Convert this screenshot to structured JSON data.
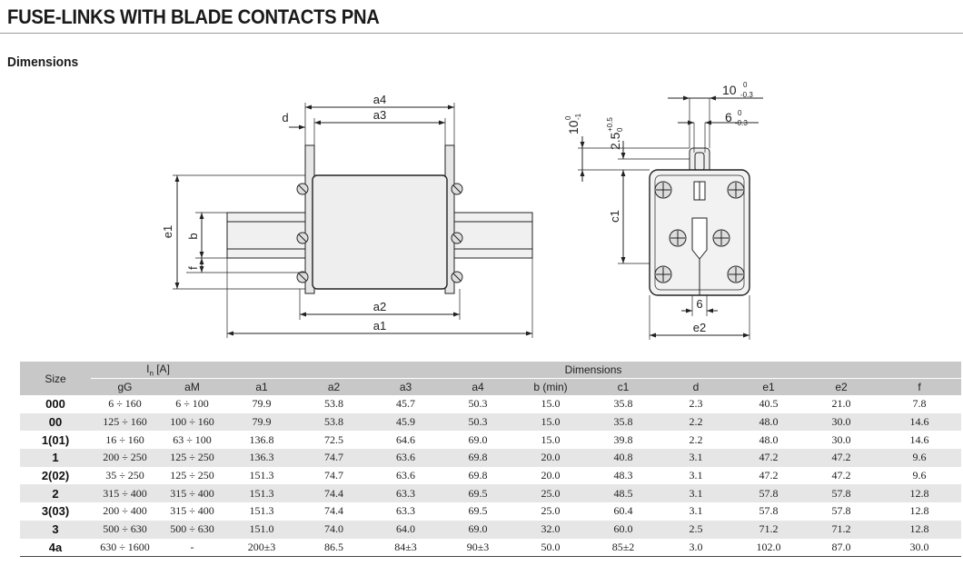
{
  "title": "FUSE-LINKS WITH BLADE CONTACTS PNA",
  "subtitle": "Dimensions",
  "drawing": {
    "side_labels": {
      "a4": "a4",
      "a3": "a3",
      "d": "d",
      "a2": "a2",
      "a1": "a1",
      "e1": "e1",
      "b": "b",
      "f": "f"
    },
    "front_labels": {
      "c1": "c1",
      "e2": "e2",
      "six": "6"
    },
    "tolerances": {
      "t10": "10",
      "t10_sup": "0",
      "t10_sub": "-0.3",
      "t6": "6",
      "t6_sup": "0",
      "t6_sub": "-0.3",
      "v10": "10",
      "v10_sup": "0",
      "v10_sub": "-1",
      "v25": "2.5",
      "v25_sup": "+0.5",
      "v25_sub": "0"
    }
  },
  "table": {
    "header": {
      "size": "Size",
      "in_main": "I",
      "in_sub": "n",
      "in_unit": " [A]",
      "dimensions": "Dimensions",
      "columns": [
        "gG",
        "aM",
        "a1",
        "a2",
        "a3",
        "a4",
        "b (min)",
        "c1",
        "d",
        "e1",
        "e2",
        "f"
      ]
    },
    "rows": [
      {
        "size": "000",
        "gG": "6 ÷ 160",
        "aM": "6 ÷ 100",
        "a1": "79.9",
        "a2": "53.8",
        "a3": "45.7",
        "a4": "50.3",
        "b": "15.0",
        "c1": "35.8",
        "d": "2.3",
        "e1": "40.5",
        "e2": "21.0",
        "f": "7.8"
      },
      {
        "size": "00",
        "gG": "125 ÷ 160",
        "aM": "100 ÷ 160",
        "a1": "79.9",
        "a2": "53.8",
        "a3": "45.9",
        "a4": "50.3",
        "b": "15.0",
        "c1": "35.8",
        "d": "2.2",
        "e1": "48.0",
        "e2": "30.0",
        "f": "14.6"
      },
      {
        "size": "1(01)",
        "gG": "16 ÷ 160",
        "aM": "63 ÷ 100",
        "a1": "136.8",
        "a2": "72.5",
        "a3": "64.6",
        "a4": "69.0",
        "b": "15.0",
        "c1": "39.8",
        "d": "2.2",
        "e1": "48.0",
        "e2": "30.0",
        "f": "14.6"
      },
      {
        "size": "1",
        "gG": "200 ÷ 250",
        "aM": "125 ÷ 250",
        "a1": "136.3",
        "a2": "74.7",
        "a3": "63.6",
        "a4": "69.8",
        "b": "20.0",
        "c1": "40.8",
        "d": "3.1",
        "e1": "47.2",
        "e2": "47.2",
        "f": "9.6"
      },
      {
        "size": "2(02)",
        "gG": "35 ÷ 250",
        "aM": "125 ÷ 250",
        "a1": "151.3",
        "a2": "74.7",
        "a3": "63.6",
        "a4": "69.8",
        "b": "20.0",
        "c1": "48.3",
        "d": "3.1",
        "e1": "47.2",
        "e2": "47.2",
        "f": "9.6"
      },
      {
        "size": "2",
        "gG": "315 ÷ 400",
        "aM": "315 ÷ 400",
        "a1": "151.3",
        "a2": "74.4",
        "a3": "63.3",
        "a4": "69.5",
        "b": "25.0",
        "c1": "48.5",
        "d": "3.1",
        "e1": "57.8",
        "e2": "57.8",
        "f": "12.8"
      },
      {
        "size": "3(03)",
        "gG": "200 ÷ 400",
        "aM": "315 ÷ 400",
        "a1": "151.3",
        "a2": "74.4",
        "a3": "63.3",
        "a4": "69.5",
        "b": "25.0",
        "c1": "60.4",
        "d": "3.1",
        "e1": "57.8",
        "e2": "57.8",
        "f": "12.8"
      },
      {
        "size": "3",
        "gG": "500 ÷ 630",
        "aM": "500 ÷ 630",
        "a1": "151.0",
        "a2": "74.0",
        "a3": "64.0",
        "a4": "69.0",
        "b": "32.0",
        "c1": "60.0",
        "d": "2.5",
        "e1": "71.2",
        "e2": "71.2",
        "f": "12.8"
      },
      {
        "size": "4a",
        "gG": "630 ÷ 1600",
        "aM": "-",
        "a1": "200±3",
        "a2": "86.5",
        "a3": "84±3",
        "a4": "90±3",
        "b": "50.0",
        "c1": "85±2",
        "d": "3.0",
        "e1": "102.0",
        "e2": "87.0",
        "f": "30.0"
      }
    ]
  }
}
